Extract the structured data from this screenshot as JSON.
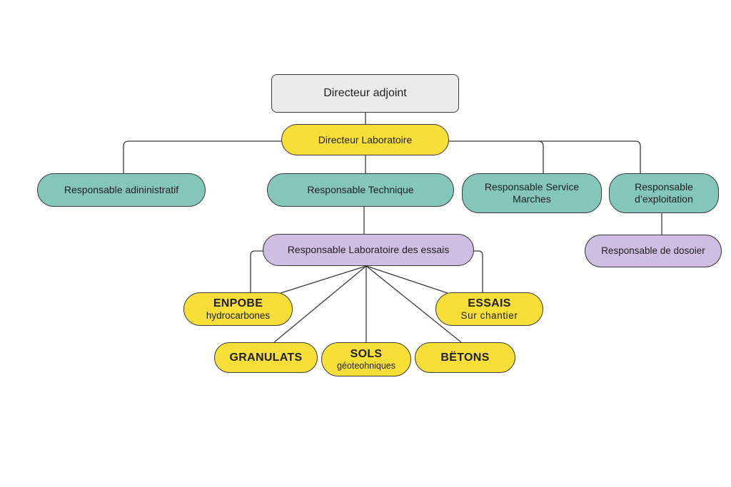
{
  "colors": {
    "top": "#ebebeb",
    "yellow": "#f7df37",
    "teal": "#84c6bc",
    "purple": "#cfbde3",
    "line": "#3a3a3a"
  },
  "nodes": {
    "directeur_adjoint": "Directeur adjoint",
    "directeur_laboratoire": "Directeur Laboratoire",
    "resp_administratif": "Responsable adininistratif",
    "resp_technique": "Responsable Technique",
    "resp_service_marches": [
      "Responsable Service",
      "Marches"
    ],
    "resp_exploitation": [
      "Responsable",
      "d’exploitation"
    ],
    "resp_dossier": "Responsable de dosoier",
    "resp_labo_essais": "Responsable Laboratoire des essais",
    "enpobe": {
      "title": "ENPOBE",
      "sub": "hydrocarbones"
    },
    "essais": {
      "title": "ESSAIS",
      "sub": "Sur chantier"
    },
    "granulats": {
      "title": "GRANULATS"
    },
    "sols": {
      "title": "SOLS",
      "sub": "géoteohniques"
    },
    "betons": {
      "title": "BËTONS"
    }
  }
}
